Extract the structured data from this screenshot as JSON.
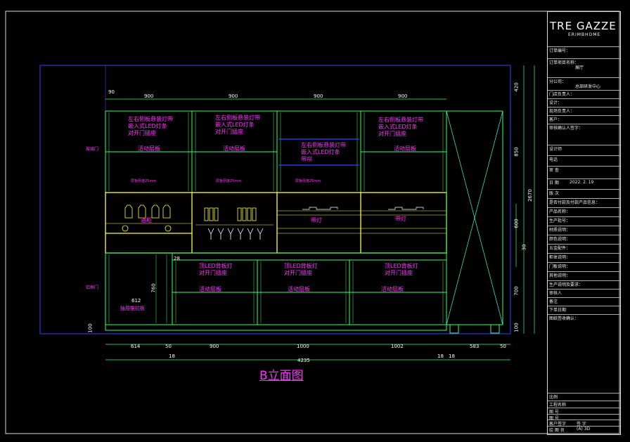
{
  "drawing": {
    "title": "B立面图",
    "widths_top": [
      "900",
      "900",
      "900",
      "900"
    ],
    "dim_left_top": "90",
    "heights_right": [
      "420",
      "850",
      "600",
      "30",
      "700",
      "100"
    ],
    "height_total": "2670",
    "widths_bottom": [
      "614",
      "50",
      "900",
      "1000",
      "1002",
      "583",
      "50"
    ],
    "bottom_small": [
      "18",
      "18",
      "18"
    ],
    "total_width": "4235",
    "annotations": {
      "upper_note_1": [
        "左右侧板悬装灯带",
        "嵌入式LED灯条",
        "对开门插座"
      ],
      "upper_note_2": [
        "左右侧板悬装灯带",
        "嵌入式LED灯条",
        "对开门插座"
      ],
      "upper_note_3": [
        "左右侧板悬装灯带",
        "嵌入式LED灯条",
        "带帘"
      ],
      "upper_note_4": [
        "左右侧板悬装灯带",
        "嵌入式LED灯条",
        "对开门插座"
      ],
      "shelf_label": "活动层板",
      "lower_note_1": [
        "顶LED背板灯",
        "对开门插座"
      ],
      "lower_note_2": [
        "顶LED背板灯",
        "对开门插座"
      ],
      "lower_note_3": [
        "顶LED背板灯",
        "对开门插座"
      ],
      "led_strip": "带灯",
      "wine_label": "酒柜",
      "left_label_1": "玻璃门",
      "left_label_2": "铝框门",
      "drawer_label": "抽屉推拉板",
      "dim_612": "612",
      "dim_760": "760",
      "dim_28": "28",
      "small_dims": [
        "层板厚度25mm",
        "层板厚度25mm",
        "层板厚度25mm"
      ]
    }
  },
  "title_block": {
    "logo": "TRE GAZZE",
    "logo_sub": "ERIMBHOME",
    "rows": [
      {
        "label": "订单编号：",
        "value": ""
      },
      {
        "label": "订单项目名称：",
        "value": "展厅"
      },
      {
        "label": "分公司：",
        "value": "总部研发中心"
      },
      {
        "label": "门店负责人：",
        "value": ""
      },
      {
        "label": "设计：",
        "value": ""
      },
      {
        "label": "现场负责人：",
        "value": ""
      },
      {
        "label": "客户：",
        "value": ""
      },
      {
        "label": "审核确认人签字：",
        "value": ""
      },
      {
        "label": "设计师",
        "value": ""
      },
      {
        "label": "电话",
        "value": ""
      },
      {
        "label": "审 查",
        "value": ""
      },
      {
        "label": "日 期",
        "value": "2022. 2. 19"
      },
      {
        "label": "版 次",
        "value": ""
      },
      {
        "label": "是否付款及付款产品信息：",
        "value": ""
      },
      {
        "label": "产品名称：",
        "value": ""
      },
      {
        "label": "生产批号：",
        "value": ""
      },
      {
        "label": "材质说明：",
        "value": ""
      },
      {
        "label": "颜色说明：",
        "value": ""
      },
      {
        "label": "五金配件：",
        "value": ""
      },
      {
        "label": "柜体说明：",
        "value": ""
      },
      {
        "label": "门板说明：",
        "value": ""
      },
      {
        "label": "其他说明：",
        "value": ""
      },
      {
        "label": "生产说明及要求：",
        "value": ""
      },
      {
        "label": "审核人",
        "value": ""
      },
      {
        "label": "备注",
        "value": ""
      },
      {
        "label": "下单日期",
        "value": ""
      },
      {
        "label": "图纸签收确认：",
        "value": ""
      }
    ],
    "bottom_rows": [
      {
        "label": "比例",
        "value": ""
      },
      {
        "label": "工程名称",
        "value": ""
      },
      {
        "label": "图 号",
        "value": ""
      },
      {
        "label": "图 号",
        "value": ""
      },
      {
        "label": "客户签字",
        "value": "签 字"
      },
      {
        "label": "绘 图 员",
        "value": "(A) 3D"
      }
    ]
  }
}
